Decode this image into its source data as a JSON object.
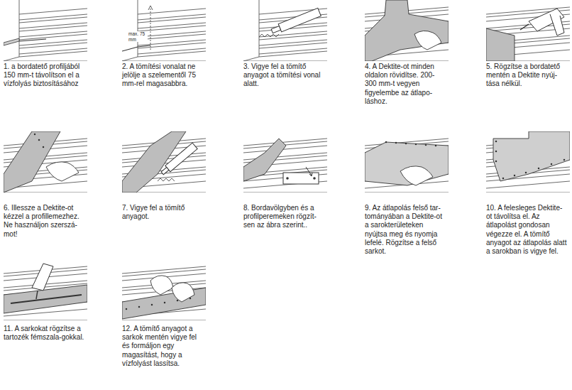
{
  "diagram": {
    "labels": [
      "1. a bordatető profiljából 150 mm-t távolítson el a vízfolyás biztosításához",
      "2. A tömítési vonalat ne jelölje a szelementől 75 mm-rel magasabbra.",
      "max. 75 mm",
      "3. Vigye fel a tömítő anyagot a tömítési vonal alatt.",
      "4. A Dektite-ot minden oldalon rövidítse. 200-300 mm-t vegyen figyelembe az átlapo-láshoz.",
      "5. Rögzítse a bordatető mentén a Dektite nyúj-tása nélkül.",
      "6. Illessze a Dektite-ot kézzel a profillemezhez. Ne használjon szerszá-mot!",
      "7. Vigye fel a tömítő anyagot.",
      "8. Bordavölgyben és a profilperemeken rögzít-sen az ábra szerint..",
      "9. Az átlapolás felső tar-tományában a Dektite-ot a sarokterületeken nyújtsa meg és nyomja lefelé. Rögzítse a felső sarkot.",
      "10. A felesleges Dektite-ot távolítsa el. Az átlapolást gondosan végezze el. A tömítő anyagot az átlapolás alatt a sarokban is vigye fel.",
      "11. A sarkokat rögzítse a tartozék fémszala-gokkal.",
      "12. A tömítő anyagot a sarkok mentén vigye fel és formáljon egy magasítást, hogy a vízfolyást lassítsa."
    ]
  }
}
